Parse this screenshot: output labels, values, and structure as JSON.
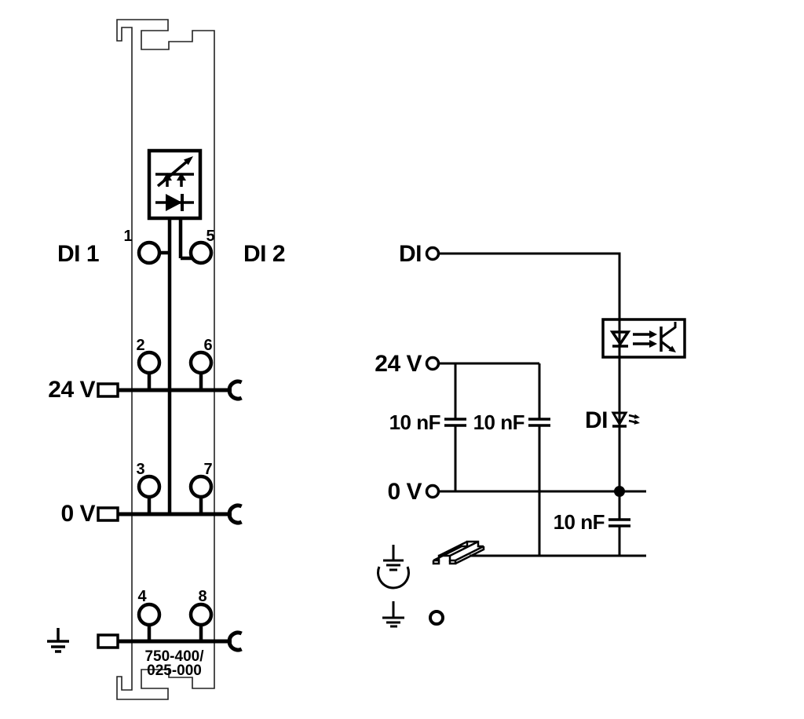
{
  "colors": {
    "background": "#ffffff",
    "ink": "#000000",
    "outline": "#222222"
  },
  "module": {
    "channel_left_label": "DI 1",
    "channel_right_label": "DI 2",
    "supply_label": "24 V",
    "ground_label": "0 V",
    "part_number_line1": "750-400/",
    "part_number_line2": "025-000",
    "terminals": {
      "t1": "1",
      "t2": "2",
      "t3": "3",
      "t4": "4",
      "t5": "5",
      "t6": "6",
      "t7": "7",
      "t8": "8"
    }
  },
  "schematic": {
    "input_label": "DI",
    "supply_label": "24 V",
    "ground_label": "0 V",
    "led_label": "DI",
    "cap1_label": "10 nF",
    "cap2_label": "10 nF",
    "cap3_label": "10 nF"
  }
}
